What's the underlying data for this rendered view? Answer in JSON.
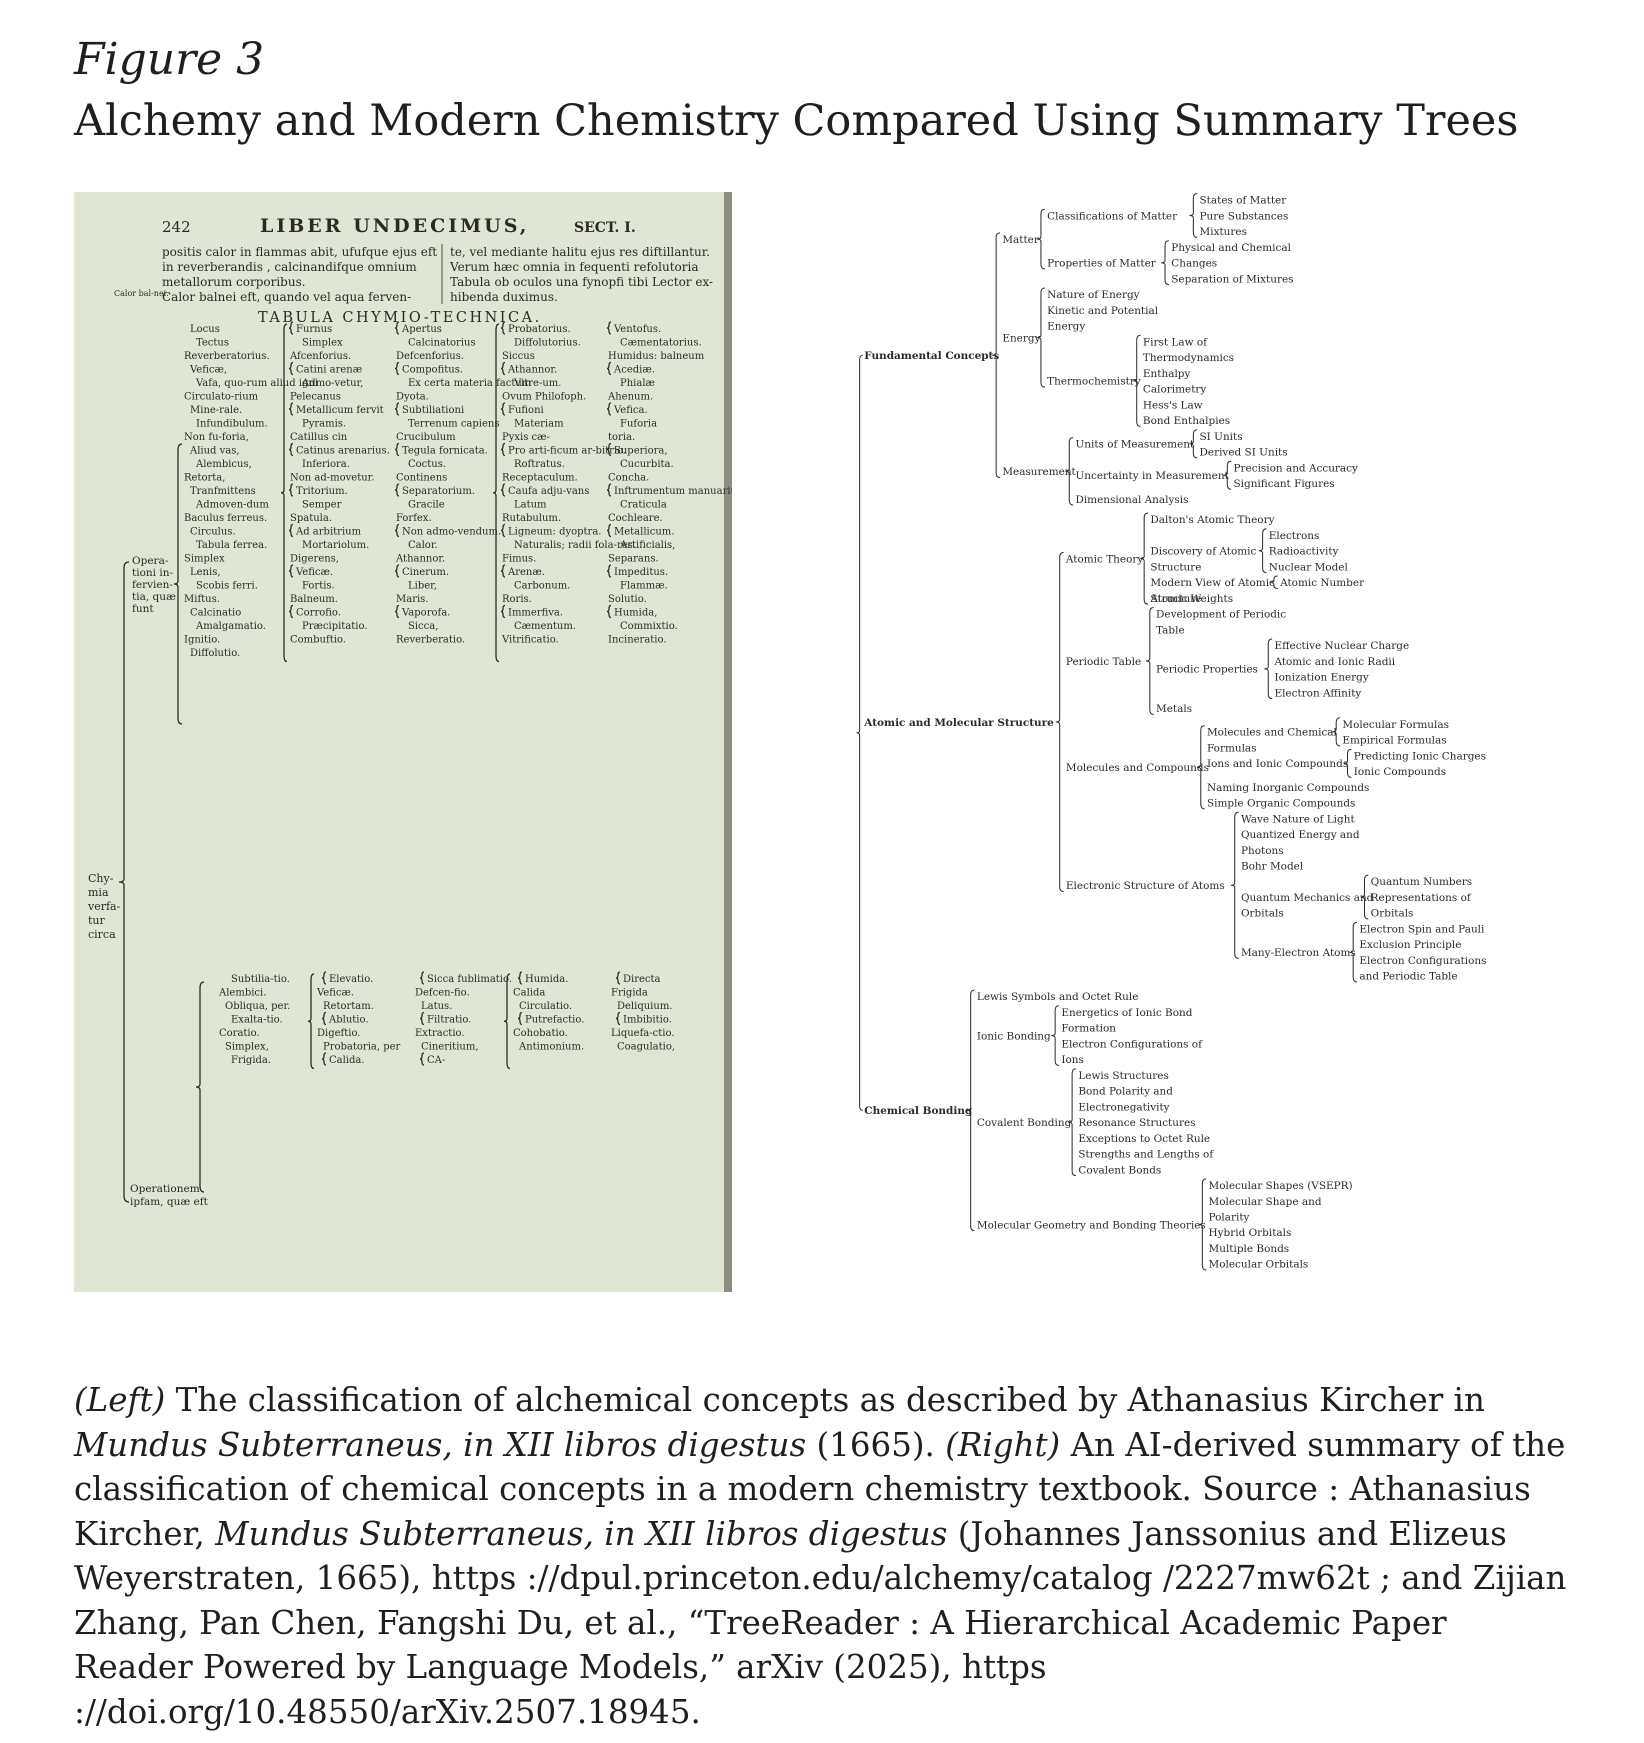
{
  "figure_label": "Figure 3",
  "figure_title": "Alchemy and Modern Chemistry Compared Using Summary Trees",
  "left_page": {
    "page_number": "242",
    "running_head": "LIBER UNDECIMUS,",
    "section": "SECT. I.",
    "text_col_left": [
      "positis calor in flammas abit, ufufque ejus eft",
      "in reverberandis , calcinandifque omnium",
      "metallorum corporibus.",
      "Calor balnei eft, quando vel aqua ferven-"
    ],
    "text_col_right": [
      "te, vel mediante halitu ejus res diftillantur.",
      "Verum hæc omnia in fequenti refolutoria",
      "Tabula ob oculos una fynopfi tibi Lector ex-",
      "hibenda duximus."
    ],
    "margin_note": "Calor bal-nei.",
    "table_title": "TABULA CHYMIO-TECHNICA.",
    "root": "Chy-mia verfa-tur circa",
    "branch_1": "Opera-tioni in-fervien-tia, quæ funt",
    "branch_2": "Operationem ipfam, quæ eft",
    "terms": [
      {
        "t": "Locus"
      },
      {
        "t": "Furnus"
      },
      {
        "t": "Apertus"
      },
      {
        "t": "Probatorius."
      },
      {
        "t": "Ventofus."
      },
      {
        "t": "Tectus"
      },
      {
        "t": "Simplex"
      },
      {
        "t": "Calcinatorius"
      },
      {
        "t": "Diffolutorius."
      },
      {
        "t": "Cæmentatorius."
      },
      {
        "t": "Reverberatorius."
      },
      {
        "t": "Afcenforius."
      },
      {
        "t": "Defcenforius."
      },
      {
        "t": "Siccus"
      },
      {
        "t": "Humidus: balneum"
      },
      {
        "t": "Veficæ,"
      },
      {
        "t": "Catini arenæ"
      },
      {
        "t": "Compofitus."
      },
      {
        "t": "Athannor."
      },
      {
        "t": "Acediæ."
      },
      {
        "t": "Vafa, quo-rum aliud igni"
      },
      {
        "t": "Admo-vetur,"
      },
      {
        "t": "Ex certa materia factum"
      },
      {
        "t": "Vitre-um."
      },
      {
        "t": "Phialæ"
      },
      {
        "t": "Circulato-rium"
      },
      {
        "t": "Pelecanus"
      },
      {
        "t": "Dyota."
      },
      {
        "t": "Ovum Philofoph."
      },
      {
        "t": "Ahenum."
      },
      {
        "t": "Mine-rale."
      },
      {
        "t": "Metallicum fervit"
      },
      {
        "t": "Subtiliationi"
      },
      {
        "t": "Fufioni"
      },
      {
        "t": "Vefica."
      },
      {
        "t": "Infundibulum."
      },
      {
        "t": "Pyramis."
      },
      {
        "t": "Terrenum capiens"
      },
      {
        "t": "Materiam"
      },
      {
        "t": "Fuforia"
      },
      {
        "t": "Non fu-foria,"
      },
      {
        "t": "Catillus cin"
      },
      {
        "t": "Crucibulum"
      },
      {
        "t": "Pyxis cæ-"
      },
      {
        "t": "toria."
      },
      {
        "t": "Aliud vas,"
      },
      {
        "t": "Catinus arenarius."
      },
      {
        "t": "Tegula fornicata."
      },
      {
        "t": "Pro arti-ficum ar-bitrio."
      },
      {
        "t": "Superiora,"
      },
      {
        "t": "Alembicus,"
      },
      {
        "t": "Inferiora."
      },
      {
        "t": "Coctus."
      },
      {
        "t": "Roftratus."
      },
      {
        "t": "Cucurbita."
      },
      {
        "t": "Retorta,"
      },
      {
        "t": "Non ad-movetur."
      },
      {
        "t": "Continens"
      },
      {
        "t": "Receptaculum."
      },
      {
        "t": "Concha."
      },
      {
        "t": "Tranfmittens"
      },
      {
        "t": "Tritorium."
      },
      {
        "t": "Separatorium."
      },
      {
        "t": "Caufa adju-vans"
      },
      {
        "t": "Inftrumentum manuarium igni."
      },
      {
        "t": "Admoven-dum"
      },
      {
        "t": "Semper"
      },
      {
        "t": "Gracile"
      },
      {
        "t": "Latum"
      },
      {
        "t": "Craticula"
      },
      {
        "t": "Baculus ferreus."
      },
      {
        "t": "Spatula."
      },
      {
        "t": "Forfex."
      },
      {
        "t": "Rutabulum."
      },
      {
        "t": "Cochleare."
      },
      {
        "t": "Circulus."
      },
      {
        "t": "Ad arbitrium"
      },
      {
        "t": "Non admo-vendum."
      },
      {
        "t": "Ligneum: dyoptra."
      },
      {
        "t": "Metallicum."
      },
      {
        "t": "Tabula ferrea."
      },
      {
        "t": "Mortariolum."
      },
      {
        "t": "Calor."
      },
      {
        "t": "Naturalis; radii fola-res."
      },
      {
        "t": "Artificialis,"
      },
      {
        "t": "Simplex"
      },
      {
        "t": "Digerens,"
      },
      {
        "t": "Athannor."
      },
      {
        "t": "Fimus."
      },
      {
        "t": "Separans."
      },
      {
        "t": "Lenis,"
      },
      {
        "t": "Veficæ."
      },
      {
        "t": "Cinerum."
      },
      {
        "t": "Arenæ."
      },
      {
        "t": "Impeditus."
      },
      {
        "t": "Scobis ferri."
      },
      {
        "t": "Fortis."
      },
      {
        "t": "Liber,"
      },
      {
        "t": "Carbonum."
      },
      {
        "t": "Flammæ."
      },
      {
        "t": "Miftus."
      },
      {
        "t": "Balneum."
      },
      {
        "t": "Maris."
      },
      {
        "t": "Roris."
      },
      {
        "t": "Solutio."
      },
      {
        "t": "Calcinatio"
      },
      {
        "t": "Corrofio."
      },
      {
        "t": "Vaporofa."
      },
      {
        "t": "Immerfiva."
      },
      {
        "t": "Humida,"
      },
      {
        "t": "Amalgamatio."
      },
      {
        "t": "Præcipitatio."
      },
      {
        "t": "Sicca,"
      },
      {
        "t": "Cæmentum."
      },
      {
        "t": "Commixtio."
      },
      {
        "t": "Ignitio."
      },
      {
        "t": "Combuftio."
      },
      {
        "t": "Reverberatio."
      },
      {
        "t": "Vitrificatio."
      },
      {
        "t": "Incineratio."
      },
      {
        "t": "Diffolutio."
      },
      {
        "t": "Subtilia-tio."
      },
      {
        "t": "Elevatio."
      },
      {
        "t": "Sicca fublimatio."
      },
      {
        "t": "Humida."
      },
      {
        "t": "Directa"
      },
      {
        "t": "Alembici."
      },
      {
        "t": "Veficæ."
      },
      {
        "t": "Defcen-fio."
      },
      {
        "t": "Calida"
      },
      {
        "t": "Frigida"
      },
      {
        "t": "Obliqua, per."
      },
      {
        "t": "Retortam."
      },
      {
        "t": "Latus."
      },
      {
        "t": "Circulatio."
      },
      {
        "t": "Deliquium."
      },
      {
        "t": "Exalta-tio."
      },
      {
        "t": "Ablutio."
      },
      {
        "t": "Filtratio."
      },
      {
        "t": "Putrefactio."
      },
      {
        "t": "Imbibitio."
      },
      {
        "t": "Coratio."
      },
      {
        "t": "Digeftio."
      },
      {
        "t": "Extractio."
      },
      {
        "t": "Cohobatio."
      },
      {
        "t": "Liquefa-ctio."
      },
      {
        "t": "Simplex,"
      },
      {
        "t": "Probatoria, per"
      },
      {
        "t": "Cineritium,"
      },
      {
        "t": "Antimonium."
      },
      {
        "t": "Coagulatio,"
      },
      {
        "t": "Frigida."
      },
      {
        "t": "Calida."
      },
      {
        "t": "CA-"
      }
    ]
  },
  "right_tree": {
    "categories": [
      {
        "label": "Fundamental Concepts",
        "children": [
          {
            "label": "Matter",
            "children": [
              {
                "label": "Classifications of Matter",
                "children": [
                  "States of Matter",
                  "Pure Substances",
                  "Mixtures"
                ]
              },
              {
                "label": "Properties of Matter",
                "children": [
                  "Physical and Chemical Changes",
                  "Separation of Mixtures"
                ]
              }
            ]
          },
          {
            "label": "Energy",
            "children": [
              {
                "label": "Nature of Energy",
                "children": []
              },
              {
                "label": "Kinetic and Potential Energy",
                "children": []
              },
              {
                "label": "Thermochemistry",
                "children": [
                  "First Law of Thermodynamics",
                  "Enthalpy",
                  "Calorimetry",
                  "Hess's Law",
                  "Bond Enthalpies"
                ]
              }
            ]
          },
          {
            "label": "Measurement",
            "children": [
              {
                "label": "Units of Measurement",
                "children": [
                  "SI Units",
                  "Derived SI Units"
                ]
              },
              {
                "label": "Uncertainty in Measurement",
                "children": [
                  "Precision and Accuracy",
                  "Significant Figures"
                ]
              },
              {
                "label": "Dimensional Analysis",
                "children": []
              }
            ]
          }
        ]
      },
      {
        "label": "Atomic and Molecular Structure",
        "children": [
          {
            "label": "Atomic Theory",
            "children": [
              {
                "label": "Dalton's Atomic Theory",
                "children": []
              },
              {
                "label": "Discovery of Atomic Structure",
                "children": [
                  "Electrons",
                  "Radioactivity",
                  "Nuclear Model"
                ]
              },
              {
                "label": "Modern View of Atomic Structure",
                "children": [
                  "Atomic Number"
                ]
              },
              {
                "label": "Atomic Weights",
                "children": []
              }
            ]
          },
          {
            "label": "Periodic Table",
            "children": [
              {
                "label": "Development of Periodic Table",
                "children": []
              },
              {
                "label": "Periodic Properties",
                "children": [
                  "Effective Nuclear Charge",
                  "Atomic and Ionic Radii",
                  "Ionization Energy",
                  "Electron Affinity"
                ]
              },
              {
                "label": "Metals",
                "children": []
              }
            ]
          },
          {
            "label": "Molecules and Compounds",
            "children": [
              {
                "label": "Molecules and Chemical Formulas",
                "children": [
                  "Molecular Formulas",
                  "Empirical Formulas"
                ]
              },
              {
                "label": "Ions and Ionic Compounds",
                "children": [
                  "Predicting Ionic Charges",
                  "Ionic Compounds"
                ]
              },
              {
                "label": "Naming Inorganic Compounds",
                "children": []
              },
              {
                "label": "Simple Organic Compounds",
                "children": []
              }
            ]
          },
          {
            "label": "Electronic Structure of Atoms",
            "children": [
              {
                "label": "Wave Nature of Light",
                "children": []
              },
              {
                "label": "Quantized Energy and Photons",
                "children": []
              },
              {
                "label": "Bohr Model",
                "children": []
              },
              {
                "label": "Quantum Mechanics and Orbitals",
                "children": [
                  "Quantum Numbers",
                  "Representations of Orbitals"
                ]
              },
              {
                "label": "Many-Electron Atoms",
                "children": [
                  "Electron Spin and Pauli Exclusion Principle",
                  "Electron Configurations and Periodic Table"
                ]
              }
            ]
          }
        ]
      },
      {
        "label": "Chemical Bonding",
        "children": [
          {
            "label": "Lewis Symbols and Octet Rule",
            "children": []
          },
          {
            "label": "Ionic Bonding",
            "children": [
              {
                "label": "Energetics of Ionic Bond Formation",
                "children": []
              },
              {
                "label": "Electron Configurations of Ions",
                "children": []
              }
            ]
          },
          {
            "label": "Covalent Bonding",
            "children": [
              {
                "label": "Lewis Structures",
                "children": []
              },
              {
                "label": "Bond Polarity and Electronegativity",
                "children": []
              },
              {
                "label": "Resonance Structures",
                "children": []
              },
              {
                "label": "Exceptions to Octet Rule",
                "children": []
              },
              {
                "label": "Strengths and Lengths of Covalent Bonds",
                "children": []
              }
            ]
          },
          {
            "label": "Molecular Geometry and Bonding Theories",
            "children": [
              {
                "label": "Molecular Shapes (VSEPR)",
                "children": []
              },
              {
                "label": "Molecular Shape and Polarity",
                "children": []
              },
              {
                "label": "Hybrid Orbitals",
                "children": []
              },
              {
                "label": "Multiple Bonds",
                "children": []
              },
              {
                "label": "Molecular Orbitals",
                "children": []
              }
            ]
          }
        ]
      }
    ]
  },
  "caption": {
    "left_tag": "(Left)",
    "seg1": " The classification of alchemical concepts as described by Athanasius Kircher in ",
    "title1": "Mundus Subterraneus, in XII libros digestus",
    "seg2": " (1665). ",
    "right_tag": "(Right)",
    "seg3": " An AI-derived summary of the classification of chemical concepts in a modern chemistry textbook. Source : Athanasius Kircher, ",
    "title2": "Mundus Subterraneus, in XII libros digestus",
    "seg4": " (Johannes Janssonius and Elizeus Weyerstraten, 1665), https ://dpul.princeton.edu/alchemy/catalog /2227mw62t ; and Zijian Zhang, Pan Chen, Fangshi Du, et al., “TreeReader : A Hierarchical Academic Paper Reader Powered by Language Models,” arXiv (2025), https ://doi.org/10.48550/arXiv.2507.18945."
  },
  "colors": {
    "page_paper": "#dfe6d3",
    "ink": "#2b2b26",
    "tree_ink": "#2a2a2a",
    "text": "#1f1f1f"
  }
}
